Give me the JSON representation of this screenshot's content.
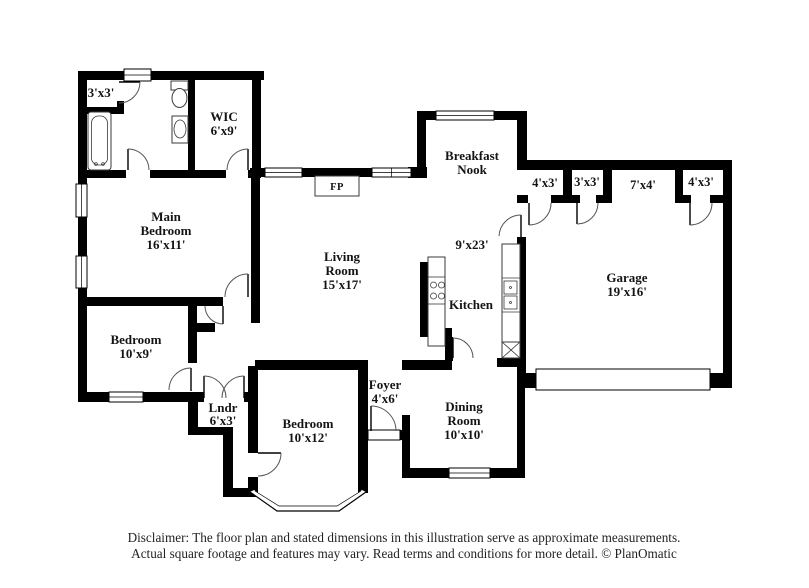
{
  "rooms": {
    "toilet_room": {
      "lines": [
        "3'x3'"
      ]
    },
    "wic": {
      "lines": [
        "WIC",
        "6'x9'"
      ]
    },
    "main_bedroom": {
      "lines": [
        "Main",
        "Bedroom",
        "16'x11'"
      ]
    },
    "bedroom_10x9": {
      "lines": [
        "Bedroom",
        "10'x9'"
      ]
    },
    "laundry": {
      "lines": [
        "Lndr",
        "6'x3'"
      ]
    },
    "bedroom_10x12": {
      "lines": [
        "Bedroom",
        "10'x12'"
      ]
    },
    "living_room": {
      "lines": [
        "Living",
        "Room",
        "15'x17'"
      ]
    },
    "breakfast_nook": {
      "lines": [
        "Breakfast",
        "Nook"
      ]
    },
    "kitchen_strip": {
      "lines": [
        "9'x23'"
      ]
    },
    "kitchen": {
      "lines": [
        "Kitchen"
      ]
    },
    "foyer": {
      "lines": [
        "Foyer",
        "4'x6'"
      ]
    },
    "dining_room": {
      "lines": [
        "Dining",
        "Room",
        "10'x10'"
      ]
    },
    "garage": {
      "lines": [
        "Garage",
        "19'x16'"
      ]
    },
    "garage_closet_1": {
      "lines": [
        "4'x3'"
      ]
    },
    "garage_closet_2": {
      "lines": [
        "3'x3'"
      ]
    },
    "garage_nook": {
      "lines": [
        "7'x4'"
      ]
    },
    "garage_closet_3": {
      "lines": [
        "4'x3'"
      ]
    }
  },
  "fixtures": {
    "fireplace_label": "FP"
  },
  "footer": {
    "line1": "Disclaimer: The floor plan and stated dimensions in this illustration serve as approximate measurements.",
    "line2": "Actual square footage and features may vary. Read terms and conditions for more detail. © PlanOmatic"
  },
  "colors": {
    "wall": "#000000",
    "background": "#ffffff",
    "text": "#141414"
  }
}
